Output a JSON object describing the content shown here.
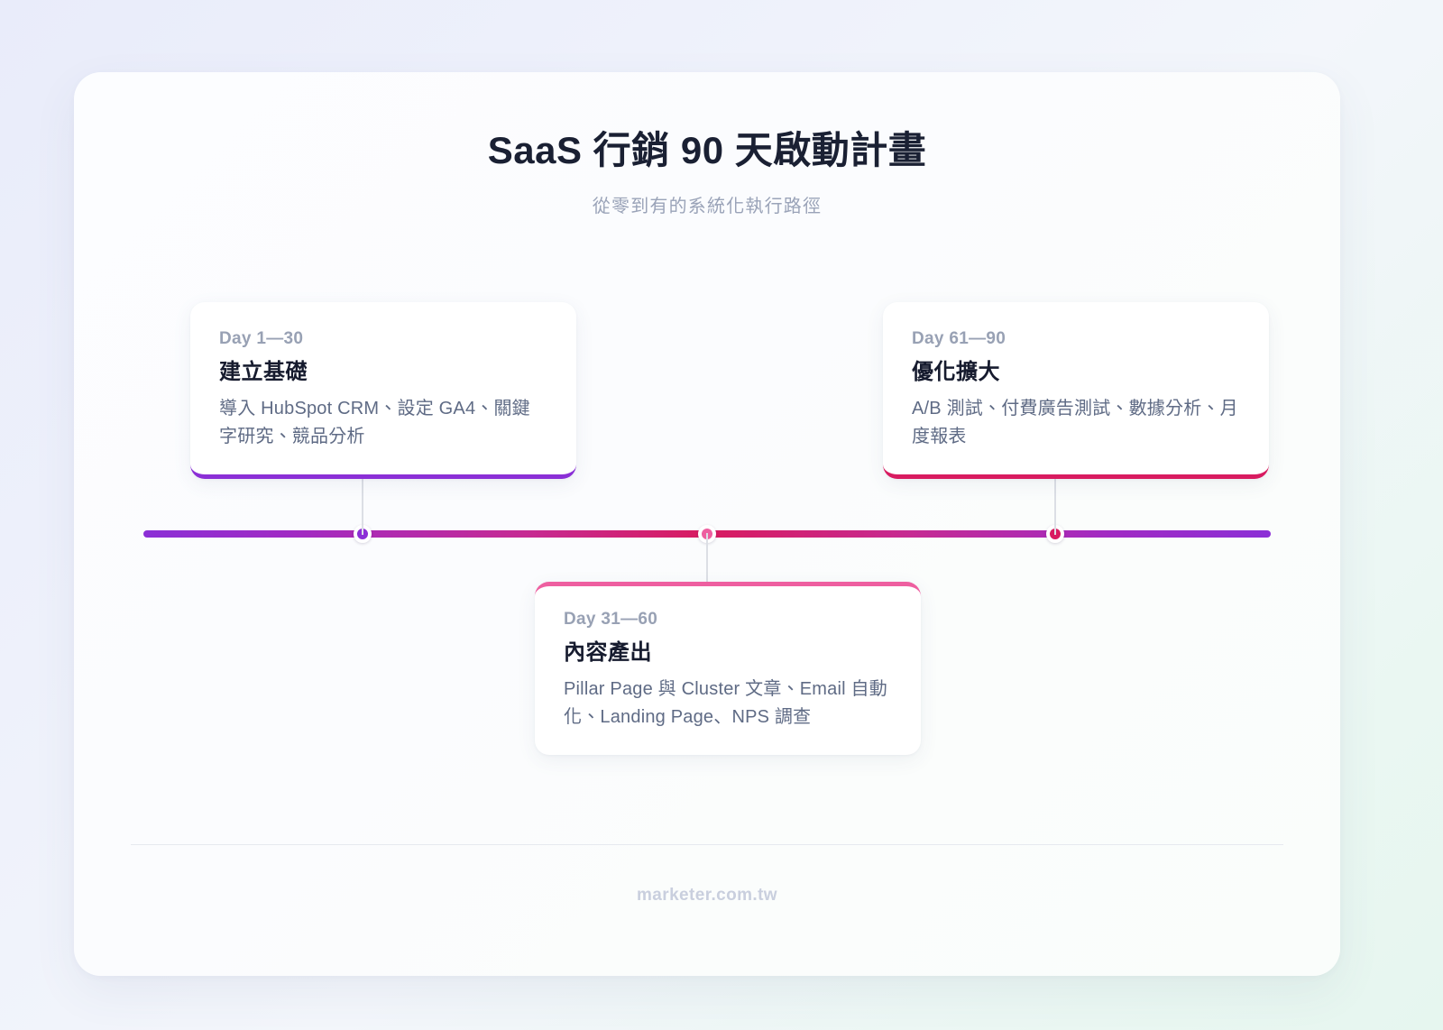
{
  "header": {
    "title": "SaaS 行銷 90 天啟動計畫",
    "subtitle": "從零到有的系統化執行路徑"
  },
  "timeline": {
    "axis_gradient_start": "#8b2fd6",
    "axis_gradient_mid": "#d81b60",
    "axis_gradient_end": "#8b2fd6",
    "stages": [
      {
        "range": "Day 1—30",
        "heading": "建立基礎",
        "description": "導入 HubSpot CRM、設定 GA4、關鍵字研究、競品分析",
        "accent": "#8b2fd6",
        "position": "above"
      },
      {
        "range": "Day 31—60",
        "heading": "內容產出",
        "description": "Pillar Page 與 Cluster 文章、Email 自動化、Landing Page、NPS 調查",
        "accent": "#ee5fa0",
        "position": "below"
      },
      {
        "range": "Day 61—90",
        "heading": "優化擴大",
        "description": "A/B 測試、付費廣告測試、數據分析、月度報表",
        "accent": "#d81b60",
        "position": "above"
      }
    ]
  },
  "footer": {
    "site": "marketer.com.tw"
  }
}
